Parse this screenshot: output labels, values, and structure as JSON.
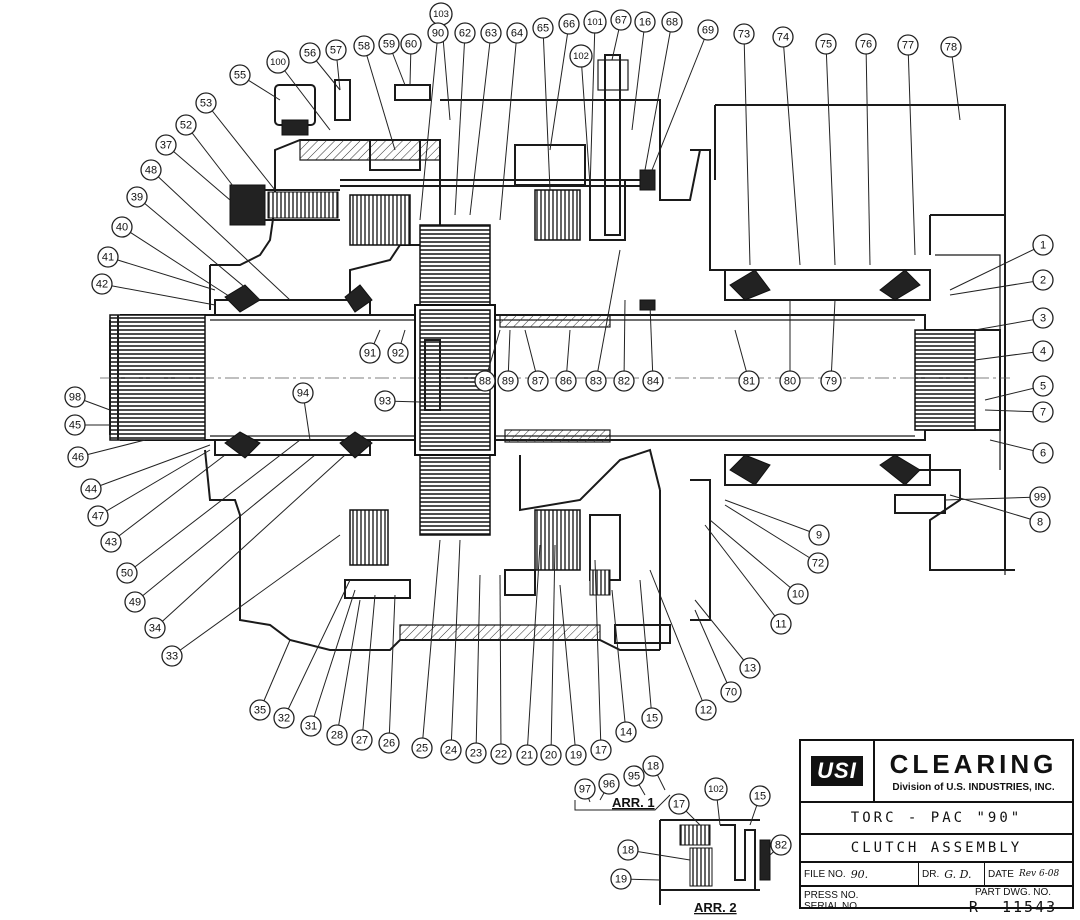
{
  "drawing": {
    "callouts": [
      {
        "id": "103",
        "label": "103"
      },
      {
        "id": "100",
        "label": "100"
      },
      {
        "id": "56",
        "label": "56"
      },
      {
        "id": "57",
        "label": "57"
      },
      {
        "id": "58",
        "label": "58"
      },
      {
        "id": "59",
        "label": "59"
      },
      {
        "id": "60",
        "label": "60"
      },
      {
        "id": "90",
        "label": "90"
      },
      {
        "id": "62",
        "label": "62"
      },
      {
        "id": "63",
        "label": "63"
      },
      {
        "id": "64",
        "label": "64"
      },
      {
        "id": "65",
        "label": "65"
      },
      {
        "id": "66",
        "label": "66"
      },
      {
        "id": "101",
        "label": "101"
      },
      {
        "id": "67",
        "label": "67"
      },
      {
        "id": "16",
        "label": "16"
      },
      {
        "id": "102",
        "label": "102"
      },
      {
        "id": "68",
        "label": "68"
      },
      {
        "id": "69",
        "label": "69"
      },
      {
        "id": "73",
        "label": "73"
      },
      {
        "id": "74",
        "label": "74"
      },
      {
        "id": "75",
        "label": "75"
      },
      {
        "id": "76",
        "label": "76"
      },
      {
        "id": "77",
        "label": "77"
      },
      {
        "id": "78",
        "label": "78"
      },
      {
        "id": "55",
        "label": "55"
      },
      {
        "id": "53",
        "label": "53"
      },
      {
        "id": "52",
        "label": "52"
      },
      {
        "id": "37",
        "label": "37"
      },
      {
        "id": "48",
        "label": "48"
      },
      {
        "id": "39",
        "label": "39"
      },
      {
        "id": "40",
        "label": "40"
      },
      {
        "id": "41",
        "label": "41"
      },
      {
        "id": "42",
        "label": "42"
      },
      {
        "id": "1",
        "label": "1"
      },
      {
        "id": "2",
        "label": "2"
      },
      {
        "id": "3",
        "label": "3"
      },
      {
        "id": "4",
        "label": "4"
      },
      {
        "id": "5",
        "label": "5"
      },
      {
        "id": "7",
        "label": "7"
      },
      {
        "id": "6",
        "label": "6"
      },
      {
        "id": "99",
        "label": "99"
      },
      {
        "id": "8",
        "label": "8"
      },
      {
        "id": "91",
        "label": "91"
      },
      {
        "id": "92",
        "label": "92"
      },
      {
        "id": "93",
        "label": "93"
      },
      {
        "id": "88",
        "label": "88"
      },
      {
        "id": "89",
        "label": "89"
      },
      {
        "id": "87",
        "label": "87"
      },
      {
        "id": "86",
        "label": "86"
      },
      {
        "id": "83",
        "label": "83"
      },
      {
        "id": "82",
        "label": "82"
      },
      {
        "id": "84",
        "label": "84"
      },
      {
        "id": "81",
        "label": "81"
      },
      {
        "id": "80",
        "label": "80"
      },
      {
        "id": "79",
        "label": "79"
      },
      {
        "id": "94",
        "label": "94"
      },
      {
        "id": "98",
        "label": "98"
      },
      {
        "id": "45",
        "label": "45"
      },
      {
        "id": "46",
        "label": "46"
      },
      {
        "id": "44",
        "label": "44"
      },
      {
        "id": "47",
        "label": "47"
      },
      {
        "id": "43",
        "label": "43"
      },
      {
        "id": "50",
        "label": "50"
      },
      {
        "id": "49",
        "label": "49"
      },
      {
        "id": "34",
        "label": "34"
      },
      {
        "id": "33",
        "label": "33"
      },
      {
        "id": "35",
        "label": "35"
      },
      {
        "id": "32",
        "label": "32"
      },
      {
        "id": "31",
        "label": "31"
      },
      {
        "id": "28",
        "label": "28"
      },
      {
        "id": "27",
        "label": "27"
      },
      {
        "id": "26",
        "label": "26"
      },
      {
        "id": "25",
        "label": "25"
      },
      {
        "id": "24",
        "label": "24"
      },
      {
        "id": "23",
        "label": "23"
      },
      {
        "id": "22",
        "label": "22"
      },
      {
        "id": "21",
        "label": "21"
      },
      {
        "id": "20",
        "label": "20"
      },
      {
        "id": "19",
        "label": "19"
      },
      {
        "id": "17",
        "label": "17"
      },
      {
        "id": "14",
        "label": "14"
      },
      {
        "id": "15",
        "label": "15"
      },
      {
        "id": "12",
        "label": "12"
      },
      {
        "id": "9",
        "label": "9"
      },
      {
        "id": "72",
        "label": "72"
      },
      {
        "id": "10",
        "label": "10"
      },
      {
        "id": "11",
        "label": "11"
      },
      {
        "id": "13",
        "label": "13"
      },
      {
        "id": "70",
        "label": "70"
      },
      {
        "id": "18",
        "label": "18"
      },
      {
        "id": "95",
        "label": "95"
      },
      {
        "id": "96",
        "label": "96"
      },
      {
        "id": "97",
        "label": "97"
      },
      {
        "id": "a2-17",
        "label": "17"
      },
      {
        "id": "a2-102",
        "label": "102"
      },
      {
        "id": "a2-15",
        "label": "15"
      },
      {
        "id": "a2-18",
        "label": "18"
      },
      {
        "id": "a2-82",
        "label": "82"
      },
      {
        "id": "a2-19",
        "label": "19"
      }
    ],
    "arrangement_1_label": "ARR. 1",
    "arrangement_2_label": "ARR. 2"
  },
  "title_block": {
    "logo_text": "USI",
    "company_name": "CLEARING",
    "division": "Division of U.S. INDUSTRIES, INC.",
    "product": "TORC - PAC  \"90\"",
    "assembly": "CLUTCH   ASSEMBLY",
    "file_no_label": "FILE NO.",
    "file_no_value": "90.",
    "drawn_label": "DR.",
    "drawn_value": "G. D.",
    "date_label": "DATE",
    "date_value": "Rev 6-08",
    "press_no_label": "PRESS NO.",
    "serial_no_label": "SERIAL NO.",
    "part_dwg_label": "PART DWG. NO.",
    "part_dwg_value": "R- 11543"
  }
}
